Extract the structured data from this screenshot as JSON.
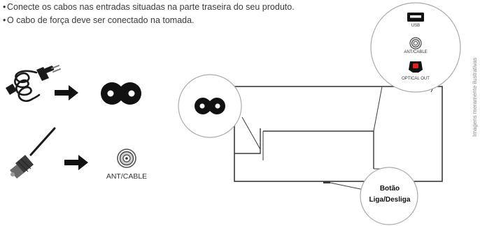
{
  "instructions": {
    "line1": "Conecte os cabos nas entradas situadas na parte traseira do seu produto.",
    "line2": "O cabo de força deve ser conectado na tomada."
  },
  "left_diagram": {
    "ant_label": "ANT/CABLE"
  },
  "rear_panel": {
    "usb_label": "USB",
    "ant_label": "ANT/CABLE",
    "optical_label": "OPTICAL OUT",
    "power_button_line1": "Botão",
    "power_button_line2": "Liga/Desliga"
  },
  "side_note": "Imagens meramente ilustrativas",
  "colors": {
    "text": "#3a3a3a",
    "optical_red": "#e0241b",
    "icon_black": "#111111"
  }
}
